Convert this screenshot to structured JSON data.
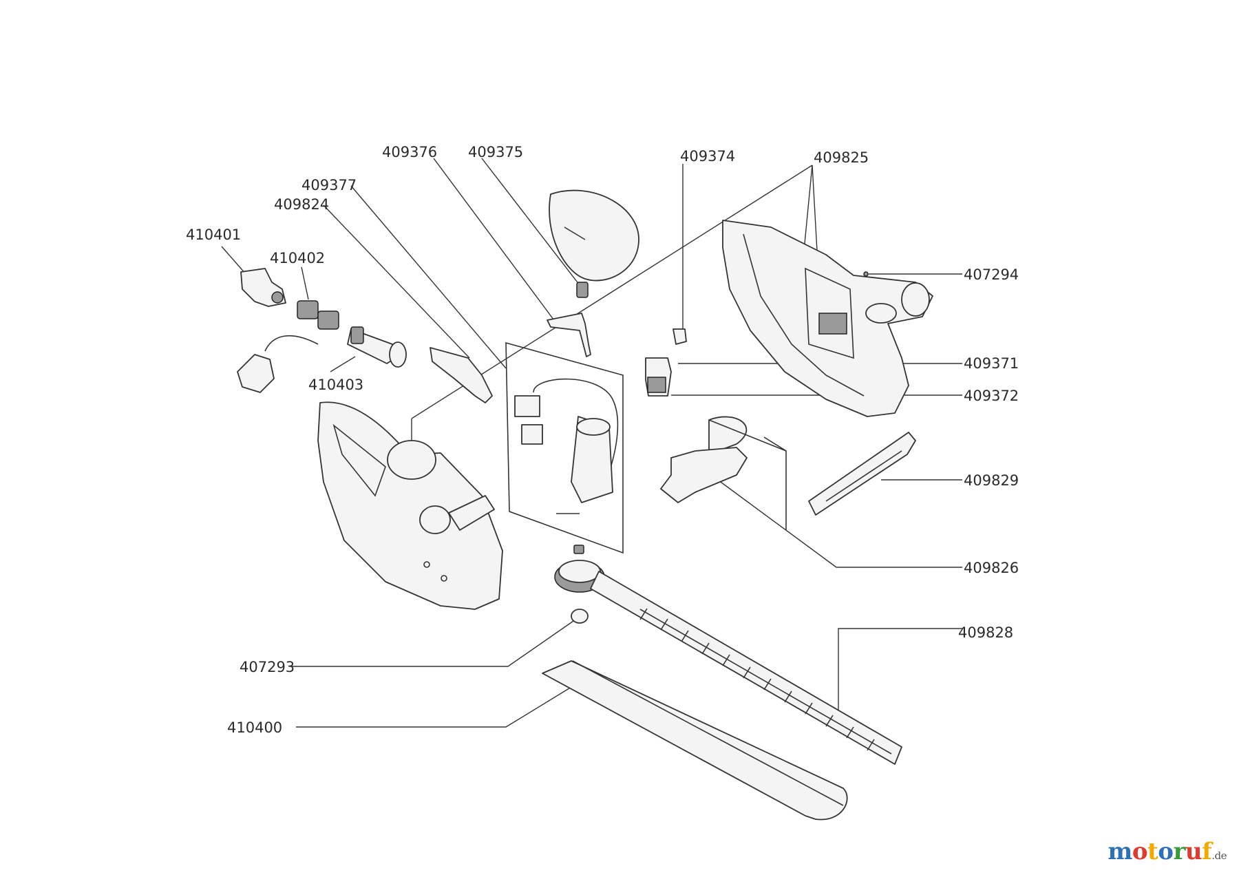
{
  "labels": {
    "l409376": "409376",
    "l409375": "409375",
    "l409374": "409374",
    "l409825": "409825",
    "l409377": "409377",
    "l409824": "409824",
    "l410401": "410401",
    "l410402": "410402",
    "l410403": "410403",
    "l407294": "407294",
    "l409371": "409371",
    "l409372": "409372",
    "l409829": "409829",
    "l409826": "409826",
    "l409828": "409828",
    "l407293": "407293",
    "l410400": "410400"
  },
  "watermark": {
    "letters": [
      "m",
      "o",
      "t",
      "o",
      "r",
      "u",
      "f"
    ],
    "colors": [
      "#2d6fb8",
      "#e03a2f",
      "#f2a900",
      "#2d6fb8",
      "#3a9a3a",
      "#e03a2f",
      "#f2a900"
    ],
    "suffix": ".de"
  }
}
